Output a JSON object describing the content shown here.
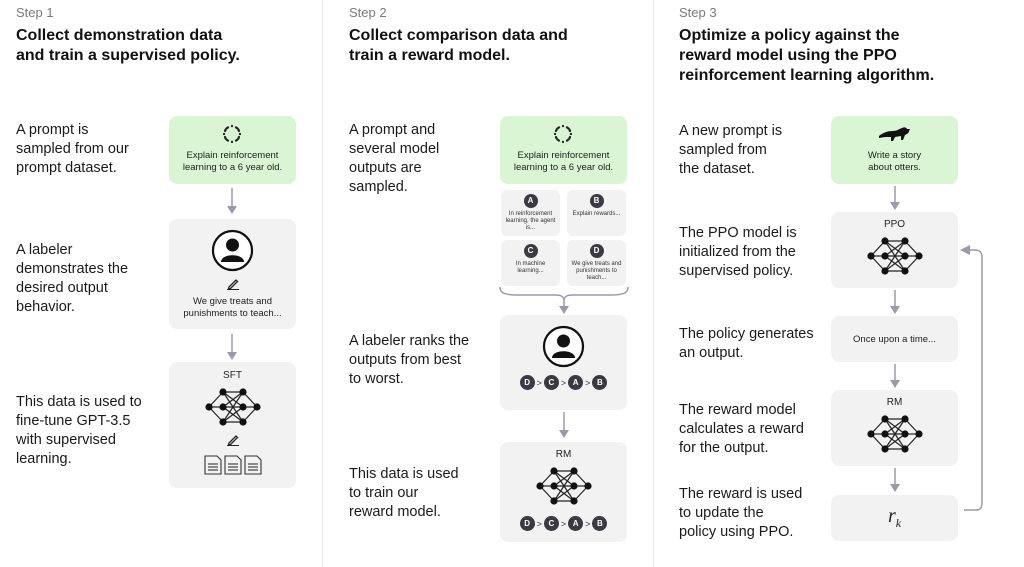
{
  "step1": {
    "tag": "Step 1",
    "heading_line1": "Collect demonstration data",
    "heading_line2": "and train a supervised policy.",
    "desc1": [
      "A prompt is",
      "sampled from our",
      "prompt dataset."
    ],
    "desc2": [
      "A labeler",
      "demonstrates the",
      "desired output",
      "behavior."
    ],
    "desc3": [
      "This data is used to",
      "fine-tune GPT-3.5",
      "with supervised",
      "learning."
    ],
    "prompt_text": [
      "Explain reinforcement",
      "learning to a 6 year old."
    ],
    "demo_text": [
      "We give treats and",
      "punishments to teach..."
    ],
    "model_label": "SFT"
  },
  "step2": {
    "tag": "Step 2",
    "heading_line1": "Collect comparison data and",
    "heading_line2": "train a reward model.",
    "desc1": [
      "A prompt and",
      "several model",
      "outputs are",
      "sampled."
    ],
    "desc2": [
      "A labeler ranks the",
      "outputs from best",
      "to worst."
    ],
    "desc3": [
      "This data is used",
      "to train our",
      "reward model."
    ],
    "prompt_text": [
      "Explain reinforcement",
      "learning to a 6 year old."
    ],
    "outputs": [
      {
        "letter": "A",
        "text": "In reinforcement learning, the agent is..."
      },
      {
        "letter": "B",
        "text": "Explain rewards..."
      },
      {
        "letter": "C",
        "text": "In machine learning..."
      },
      {
        "letter": "D",
        "text": "We give treats and punishments to teach..."
      }
    ],
    "ranking": [
      "D",
      "C",
      "A",
      "B"
    ],
    "rank_sep": ">",
    "model_label": "RM"
  },
  "step3": {
    "tag": "Step 3",
    "heading_line1": "Optimize a policy against the",
    "heading_line2": "reward model using the PPO",
    "heading_line3": "reinforcement learning algorithm.",
    "desc1": [
      "A new prompt is",
      "sampled from",
      "the dataset."
    ],
    "desc2": [
      "The PPO model is",
      "initialized from the",
      "supervised policy."
    ],
    "desc3": [
      "The policy generates",
      "an output."
    ],
    "desc4": [
      "The reward model",
      "calculates a reward",
      "for the output."
    ],
    "desc5": [
      "The reward is used",
      "to update the",
      "policy using PPO."
    ],
    "prompt_text": [
      "Write a story",
      "about otters."
    ],
    "ppo_label": "PPO",
    "output_text": "Once upon a time...",
    "rm_label": "RM",
    "reward_symbol": "r",
    "reward_sub": "k"
  },
  "colors": {
    "green_box": "#d9f5d4",
    "gray_box": "#f2f2f2",
    "badge": "#3a3a44",
    "arrow": "#9a9aaa"
  }
}
